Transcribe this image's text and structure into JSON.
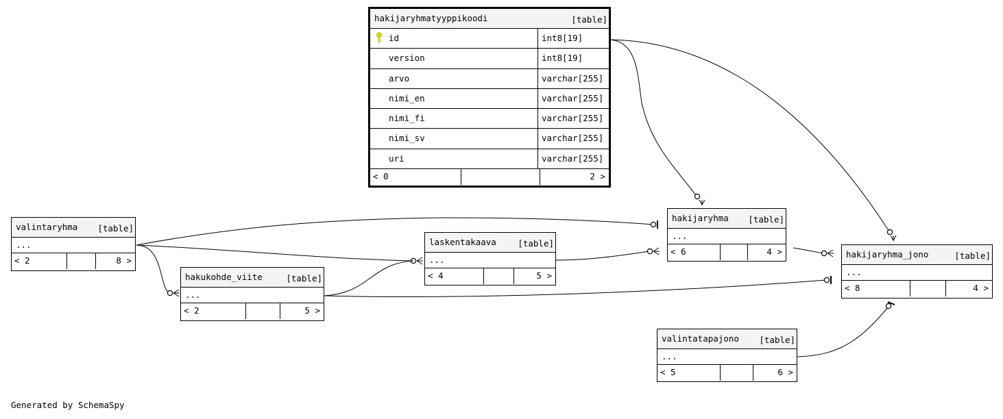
{
  "diagram": {
    "focus_table": {
      "name": "hakijaryhmatyyppikoodi",
      "kind": "[table]",
      "columns": [
        {
          "name": "id",
          "type": "int8[19]",
          "primary_key": true
        },
        {
          "name": "version",
          "type": "int8[19]"
        },
        {
          "name": "arvo",
          "type": "varchar[255]"
        },
        {
          "name": "nimi_en",
          "type": "varchar[255]"
        },
        {
          "name": "nimi_fi",
          "type": "varchar[255]"
        },
        {
          "name": "nimi_sv",
          "type": "varchar[255]"
        },
        {
          "name": "uri",
          "type": "varchar[255]"
        }
      ],
      "parents": "< 0",
      "children": "2 >"
    },
    "tables": {
      "valintaryhma": {
        "name": "valintaryhma",
        "kind": "[table]",
        "ellipsis": "...",
        "parents": "< 2",
        "children": "8 >"
      },
      "hakukohde_viite": {
        "name": "hakukohde_viite",
        "kind": "[table]",
        "ellipsis": "...",
        "parents": "< 2",
        "children": "5 >"
      },
      "laskentakaava": {
        "name": "laskentakaava",
        "kind": "[table]",
        "ellipsis": "...",
        "parents": "< 4",
        "children": "5 >"
      },
      "hakijaryhma": {
        "name": "hakijaryhma",
        "kind": "[table]",
        "ellipsis": "...",
        "parents": "< 6",
        "children": "4 >"
      },
      "hakijaryhma_jono": {
        "name": "hakijaryhma_jono",
        "kind": "[table]",
        "ellipsis": "...",
        "parents": "< 8",
        "children": "4 >"
      },
      "valintatapajono": {
        "name": "valintatapajono",
        "kind": "[table]",
        "ellipsis": "...",
        "parents": "< 5",
        "children": "6 >"
      }
    },
    "key_icon": "key-icon",
    "key_color": "#e6d800",
    "footer": "Generated by SchemaSpy"
  }
}
